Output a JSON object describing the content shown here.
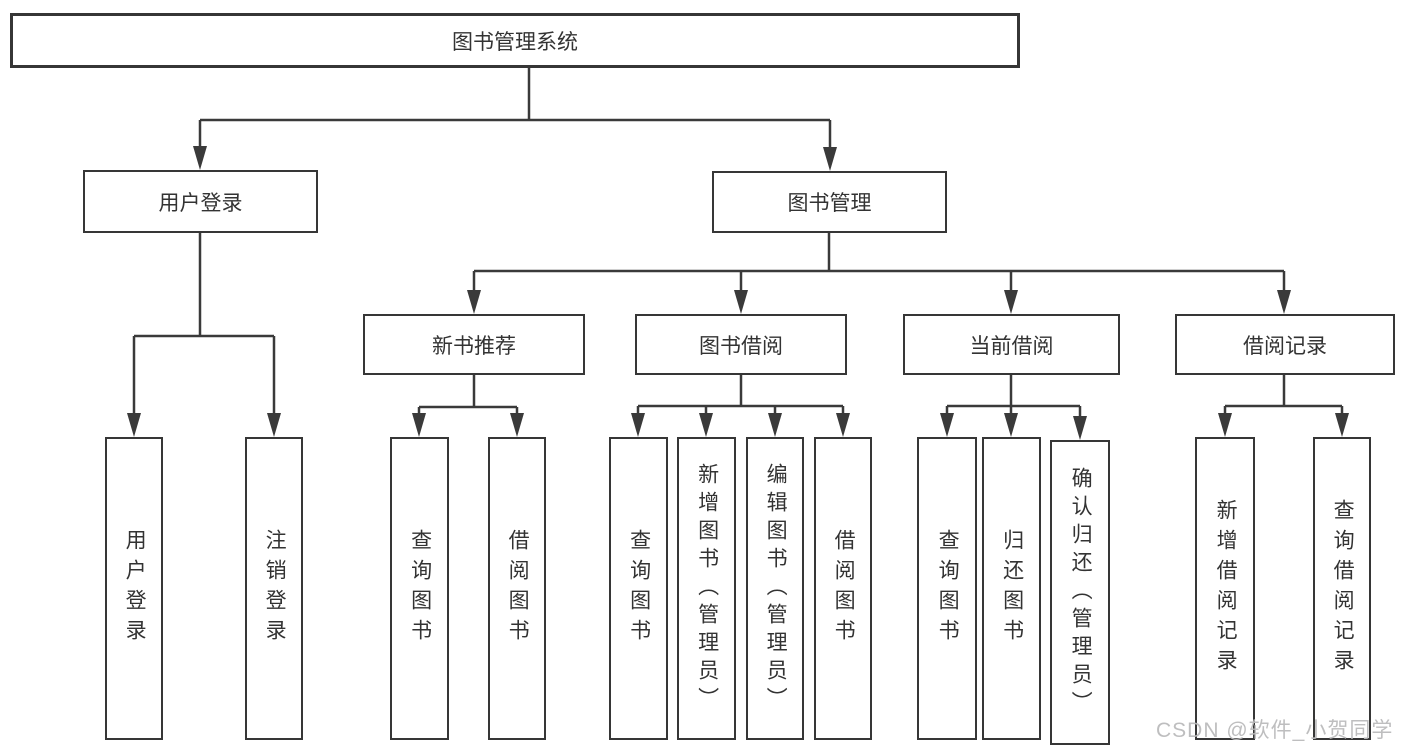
{
  "diagram_type": "hierarchy-tree",
  "colors": {
    "background": "#ffffff",
    "line": "#3a3a3a",
    "box_border": "#363636",
    "text": "#333333",
    "watermark": "#babac0"
  },
  "watermark": {
    "text": "CSDN @软件_小贺同学"
  },
  "tree": {
    "root": {
      "label": "图书管理系统",
      "children": [
        {
          "label": "用户登录",
          "children": [
            {
              "label": "用户登录"
            },
            {
              "label": "注销登录"
            }
          ]
        },
        {
          "label": "图书管理",
          "children": [
            {
              "label": "新书推荐",
              "children": [
                {
                  "label": "查询图书"
                },
                {
                  "label": "借阅图书"
                }
              ]
            },
            {
              "label": "图书借阅",
              "children": [
                {
                  "label": "查询图书"
                },
                {
                  "label": "新增图书（管理员）"
                },
                {
                  "label": "编辑图书（管理员）"
                },
                {
                  "label": "借阅图书"
                }
              ]
            },
            {
              "label": "当前借阅",
              "children": [
                {
                  "label": "查询图书"
                },
                {
                  "label": "归还图书"
                },
                {
                  "label": "确认归还（管理员）"
                }
              ]
            },
            {
              "label": "借阅记录",
              "children": [
                {
                  "label": "新增借阅记录"
                },
                {
                  "label": "查询借阅记录"
                }
              ]
            }
          ]
        }
      ]
    }
  }
}
